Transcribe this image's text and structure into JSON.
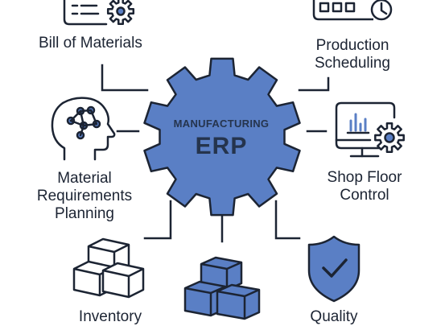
{
  "center": {
    "line1": "MANUFACTURING",
    "line2": "ERP"
  },
  "modules": {
    "bom": {
      "label": "Bill of Materials",
      "icon": "document-gear-icon"
    },
    "scheduling": {
      "line1": "Production",
      "line2": "Scheduling",
      "icon": "schedule-clock-icon"
    },
    "mrp": {
      "line1": "Material",
      "line2": "Requirements",
      "line3": "Planning",
      "icon": "head-network-icon"
    },
    "shop_floor": {
      "line1": "Shop Floor",
      "line2": "Control",
      "icon": "monitor-gear-icon"
    },
    "inventory": {
      "label": "Inventory",
      "icon": "boxes-icon"
    },
    "warehouse": {
      "icon": "filled-boxes-icon"
    },
    "quality": {
      "label": "Quality",
      "icon": "shield-check-icon"
    }
  },
  "colors": {
    "gear_fill": "#5a7fc5",
    "stroke": "#1c2433",
    "accent": "#5a7fc5"
  }
}
